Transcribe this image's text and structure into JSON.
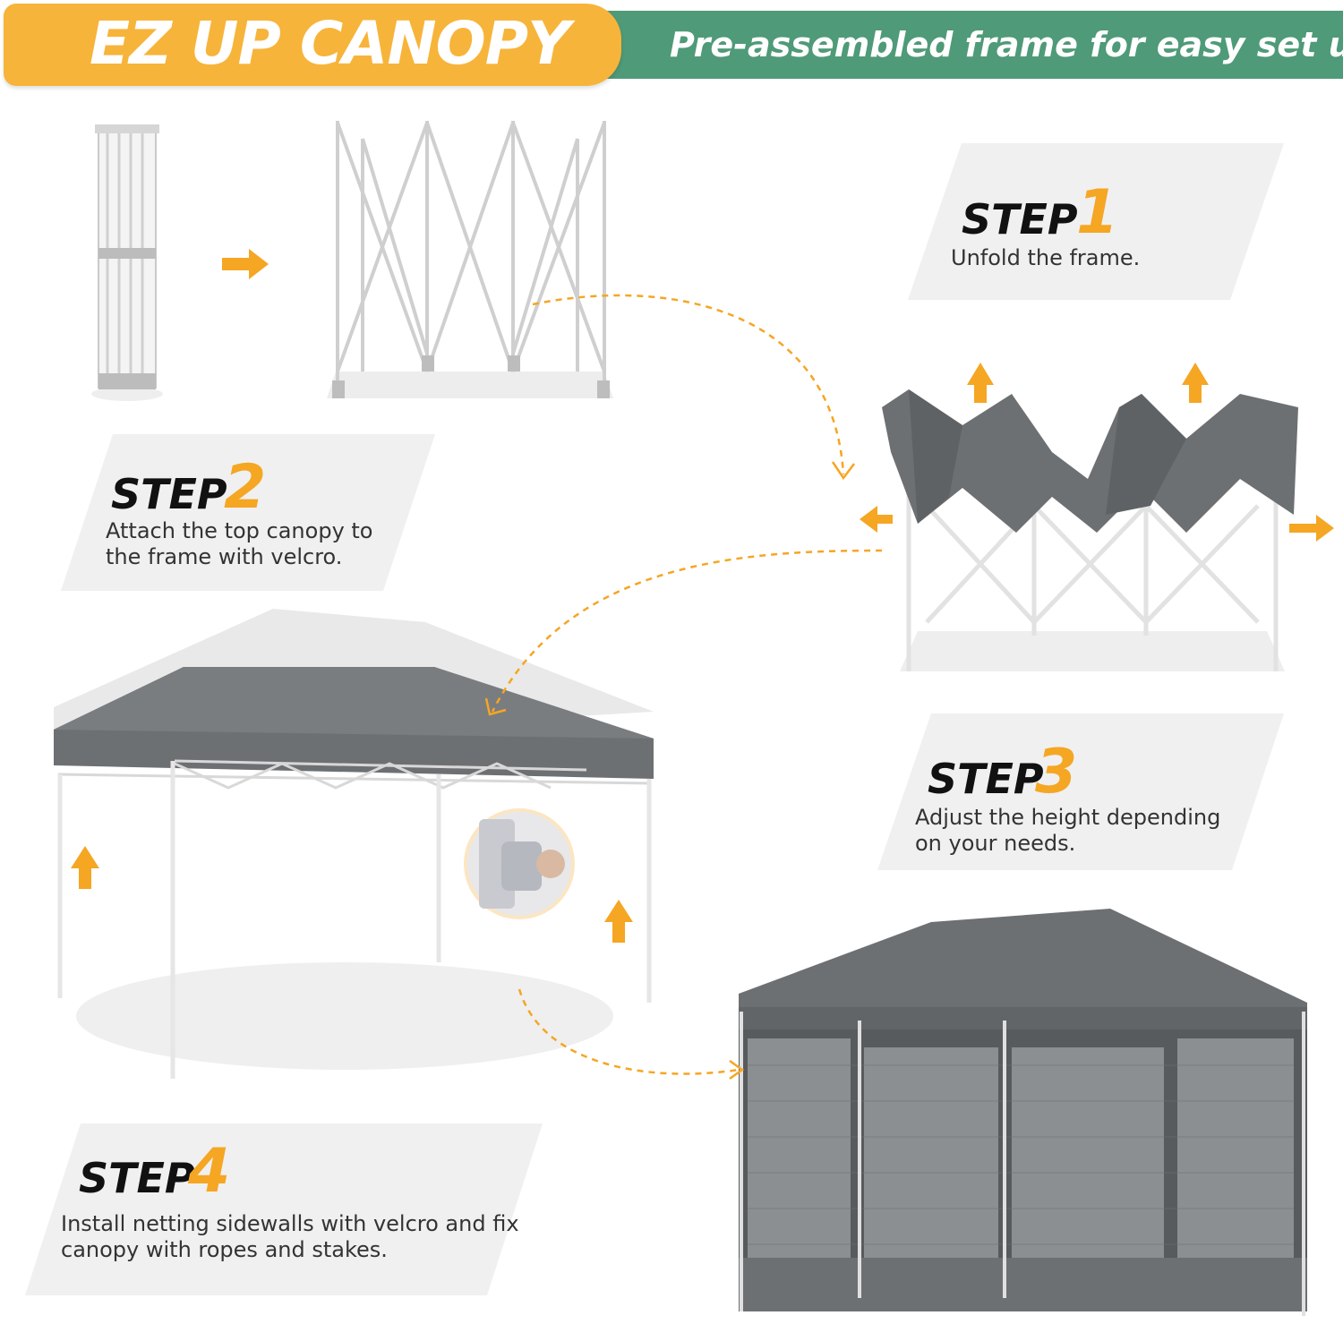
{
  "header": {
    "title": "EZ UP CANOPY",
    "subtitle": "Pre-assembled frame for easy set up"
  },
  "steps": [
    {
      "word": "STEP",
      "number": "1",
      "description": "Unfold the frame."
    },
    {
      "word": "STEP",
      "number": "2",
      "description": "Attach the top canopy to\nthe frame with velcro."
    },
    {
      "word": "STEP",
      "number": "3",
      "description": "Adjust the height depending\non your needs."
    },
    {
      "word": "STEP",
      "number": "4",
      "description": "Install netting sidewalls with velcro and fix\ncanopy with ropes and stakes."
    }
  ],
  "colors": {
    "accent_orange": "#f5a623",
    "banner_green": "#4f9a78",
    "canopy_gray": "#6d7073",
    "card_gray": "#f0f0f0"
  },
  "icons": [
    "arrow-right-icon",
    "arrow-up-icon",
    "arrow-left-icon",
    "dashed-curve-arrow-icon"
  ]
}
